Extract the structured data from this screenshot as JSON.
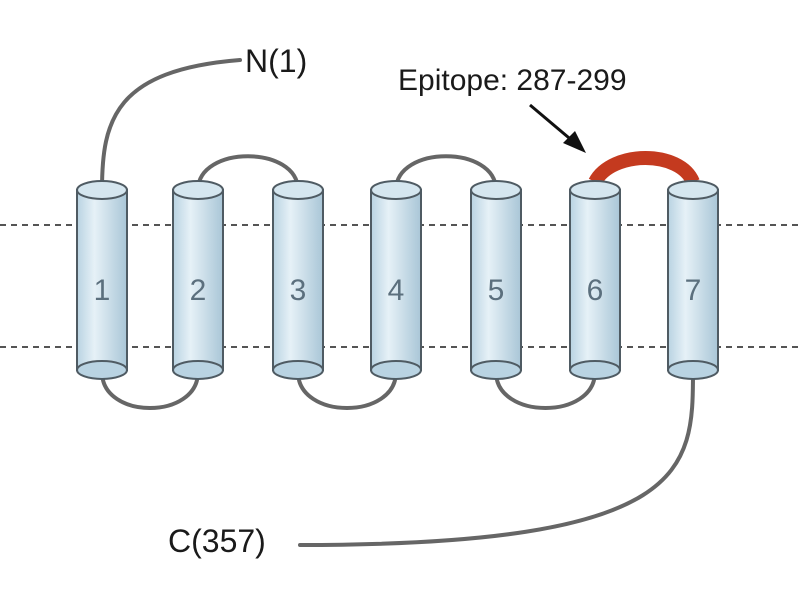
{
  "labels": {
    "n_terminus": "N(1)",
    "c_terminus": "C(357)",
    "epitope": "Epitope: 287-299"
  },
  "helices": [
    {
      "number": "1"
    },
    {
      "number": "2"
    },
    {
      "number": "3"
    },
    {
      "number": "4"
    },
    {
      "number": "5"
    },
    {
      "number": "6"
    },
    {
      "number": "7"
    }
  ],
  "colors": {
    "helix_fill": "#cfe3ee",
    "helix_stroke": "#4f5b63",
    "loop": "#666666",
    "epitope": "#c43a1f",
    "membrane_line": "#555555",
    "text": "#1a1a1a"
  },
  "icons": {
    "epitope_pointer": "arrow-icon"
  }
}
